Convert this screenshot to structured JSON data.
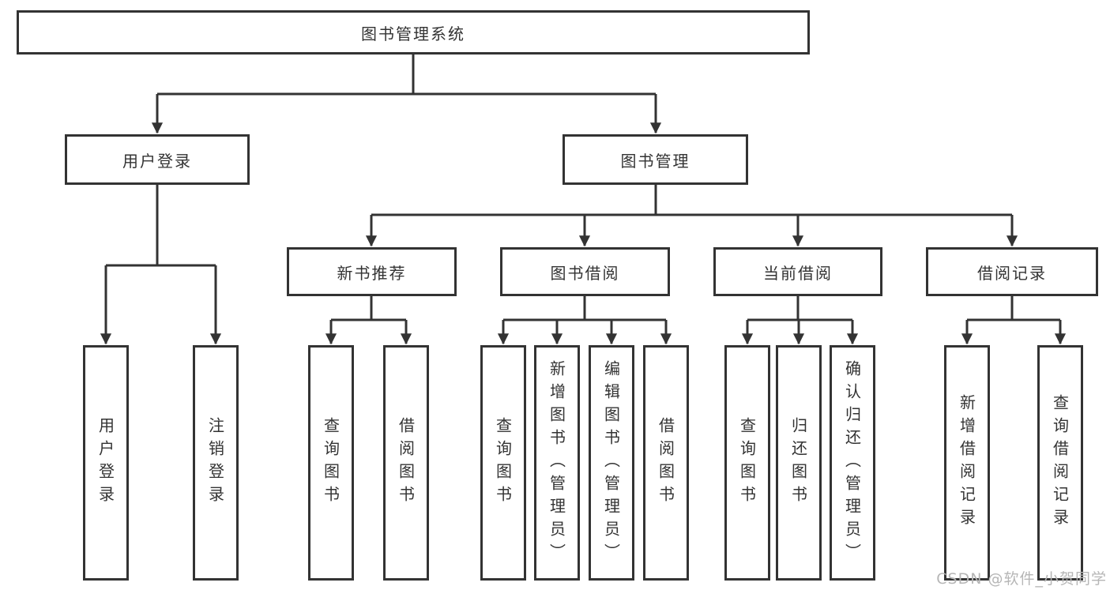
{
  "diagram": {
    "title": "图书管理系统",
    "root": {
      "label": "图书管理系统"
    },
    "level1": [
      {
        "label": "用户登录"
      },
      {
        "label": "图书管理"
      }
    ],
    "level2": [
      {
        "label": "新书推荐",
        "parent": "图书管理"
      },
      {
        "label": "图书借阅",
        "parent": "图书管理"
      },
      {
        "label": "当前借阅",
        "parent": "图书管理"
      },
      {
        "label": "借阅记录",
        "parent": "图书管理"
      }
    ],
    "leaves": [
      {
        "label": "用户登录",
        "parent": "用户登录"
      },
      {
        "label": "注销登录",
        "parent": "用户登录"
      },
      {
        "label": "查询图书",
        "parent": "新书推荐"
      },
      {
        "label": "借阅图书",
        "parent": "新书推荐"
      },
      {
        "label": "查询图书",
        "parent": "图书借阅"
      },
      {
        "label": "新增图书（管理员）",
        "parent": "图书借阅"
      },
      {
        "label": "编辑图书（管理员）",
        "parent": "图书借阅"
      },
      {
        "label": "借阅图书",
        "parent": "图书借阅"
      },
      {
        "label": "查询图书",
        "parent": "当前借阅"
      },
      {
        "label": "归还图书",
        "parent": "当前借阅"
      },
      {
        "label": "确认归还（管理员）",
        "parent": "当前借阅"
      },
      {
        "label": "新增借阅记录",
        "parent": "借阅记录"
      },
      {
        "label": "查询借阅记录",
        "parent": "借阅记录"
      }
    ]
  },
  "watermark": {
    "text": "CSDN @软件_小贺同学"
  },
  "colors": {
    "line": "#333333",
    "box_border": "#333333",
    "text": "#333333",
    "watermark": "#b6b6b6",
    "background": "#ffffff"
  }
}
